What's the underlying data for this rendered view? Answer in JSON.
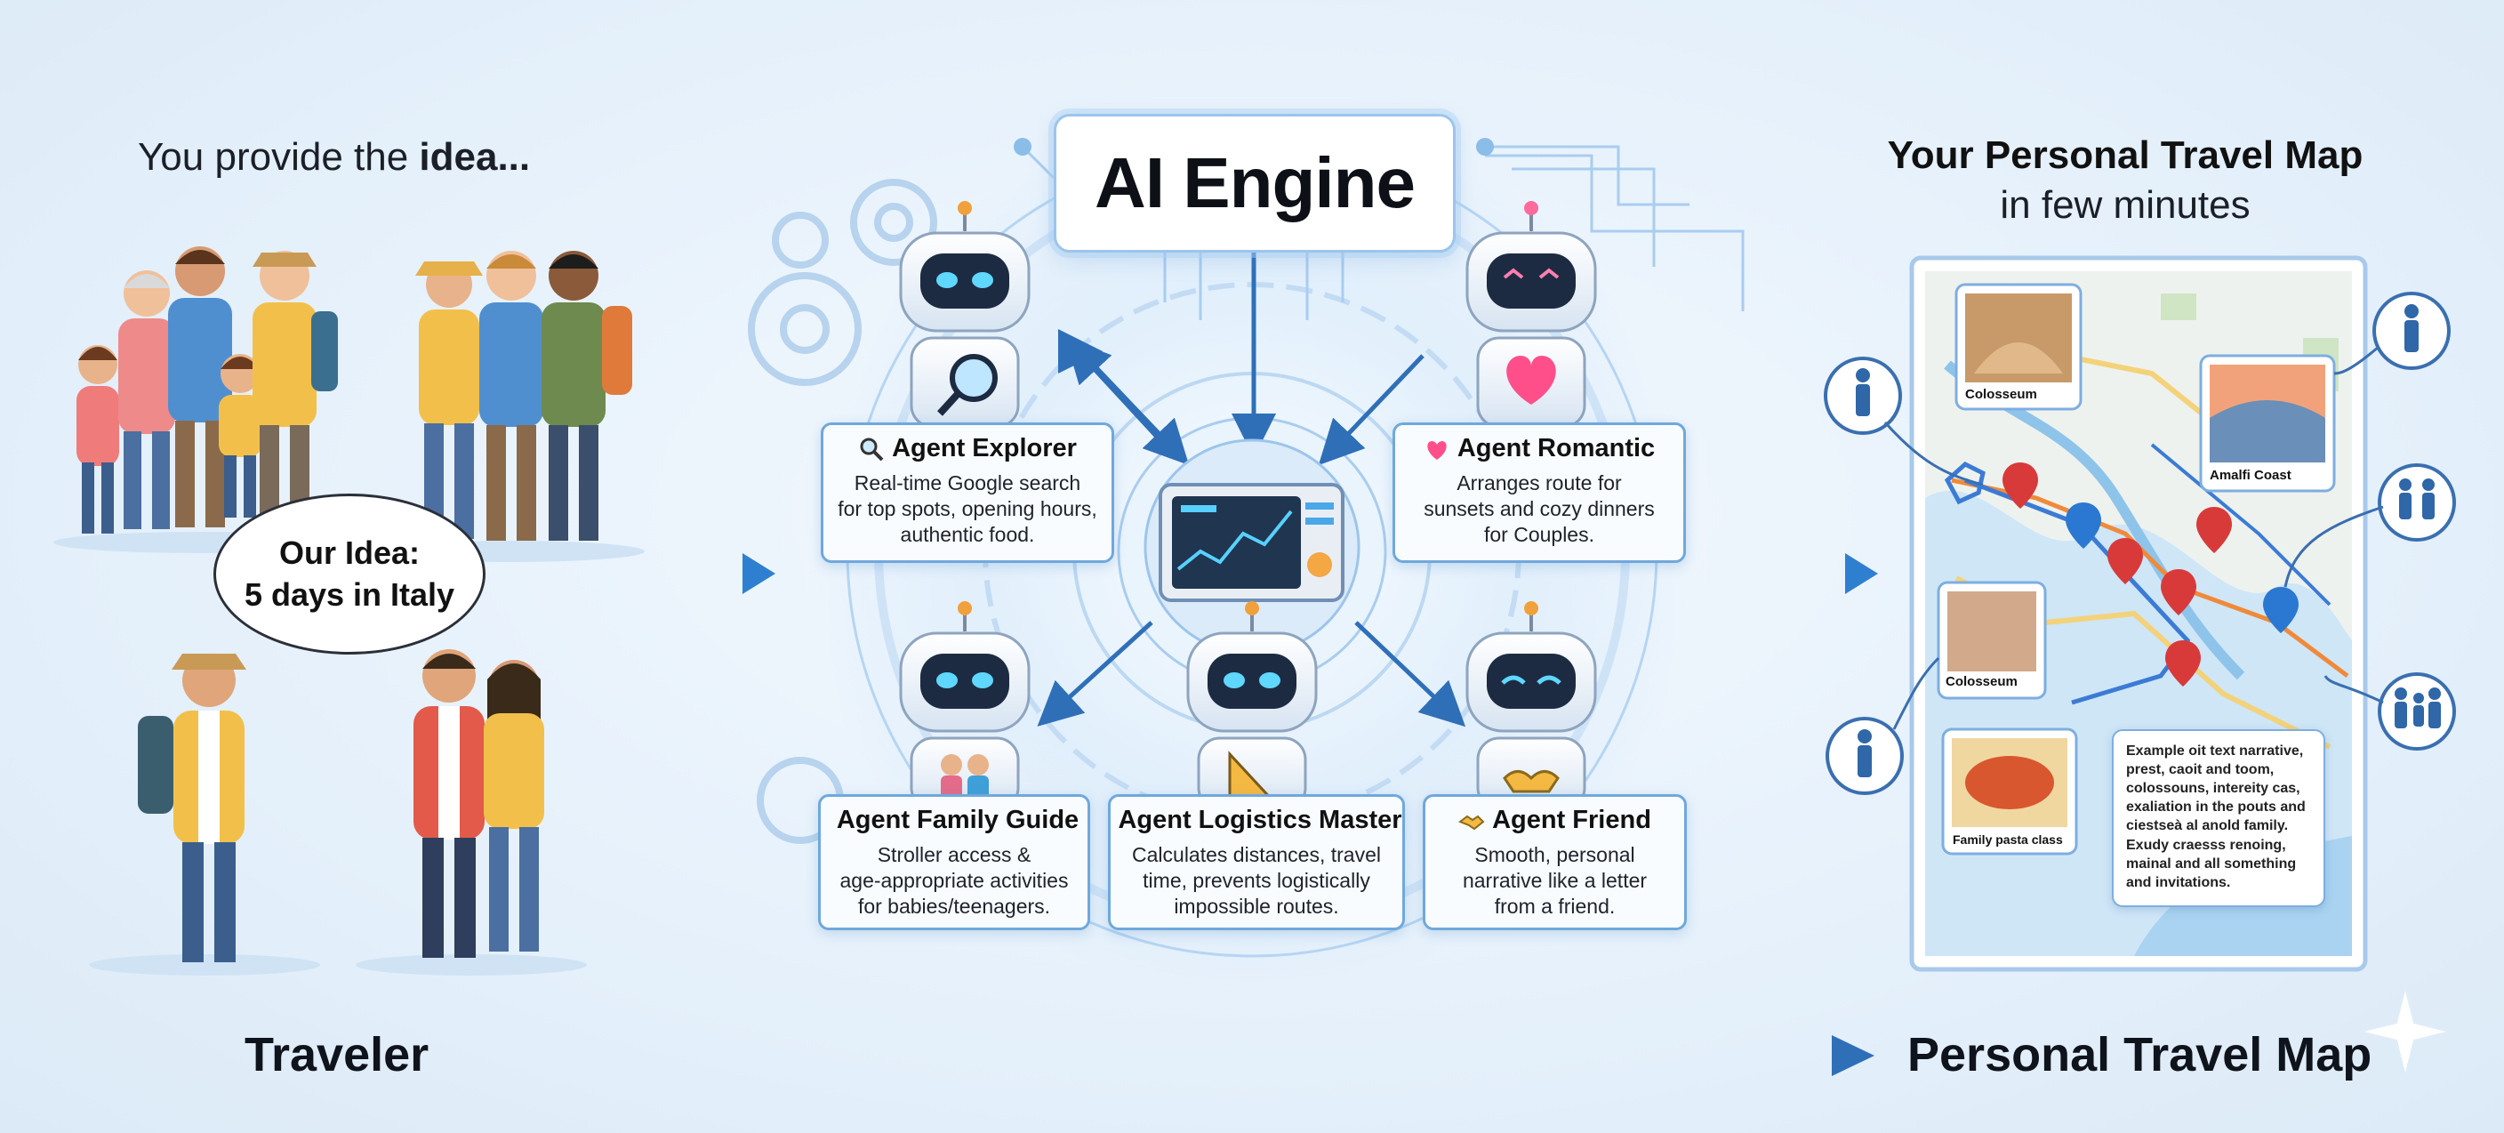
{
  "headline_left": {
    "prefix": "You provide the ",
    "bold": "idea..."
  },
  "bubble": {
    "line1": "Our Idea:",
    "line2": "5 days in Italy"
  },
  "engine": {
    "title": "AI Engine"
  },
  "headline_right": {
    "line1": "Your Personal Travel Map",
    "line2": "in few minutes"
  },
  "agents": [
    {
      "title": "Agent Explorer",
      "icon": "magnifier-icon",
      "desc": [
        "Real-time Google search",
        "for top spots, opening hours,",
        "authentic food."
      ]
    },
    {
      "title": "Agent Romantic",
      "icon": "heart-icon",
      "desc": [
        "Arranges route for",
        "sunsets and cozy dinners",
        "for Couples."
      ]
    },
    {
      "title": "Agent Family Guide",
      "icon": "family-icon",
      "desc": [
        "Stroller access &",
        "age-appropriate activities",
        "for babies/teenagers."
      ]
    },
    {
      "title": "Agent Logistics Master",
      "icon": "ruler-triangle-icon",
      "desc": [
        "Calculates distances, travel",
        "time, prevents logistically",
        "impossible routes."
      ]
    },
    {
      "title": "Agent Friend",
      "icon": "handshake-icon",
      "desc": [
        "Smooth, personal",
        "narrative like a letter",
        "from a friend."
      ]
    }
  ],
  "map": {
    "labels": {
      "colosseum_top": "Colosseum",
      "amalfi": "Amalfi Coast",
      "colosseum_mid": "Colosseum",
      "pasta": "Family pasta class"
    },
    "narrative": [
      "Example oit text narrative,",
      "prest, caoit and toom,",
      "colossouns, intereity cas,",
      "exaliation in the pouts and",
      "ciestseà al anold family.",
      "Exudy craesss renoing,",
      "mainal and all something",
      "and invitations."
    ]
  },
  "bottom": {
    "left": "Traveler",
    "right": "Personal Travel Map"
  },
  "colors": {
    "accent_blue": "#2f7fd0",
    "card_border": "#6fa8dc",
    "pin_red": "#d83a3a",
    "pin_blue": "#2a78d1",
    "heart_pink": "#ff4f8a"
  }
}
